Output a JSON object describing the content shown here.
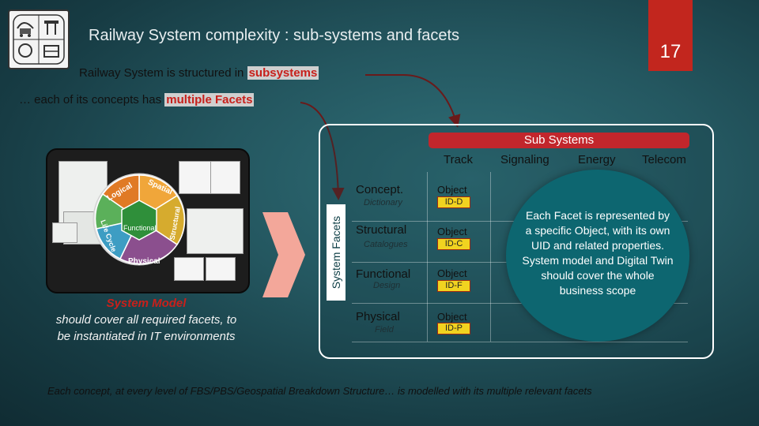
{
  "header": {
    "title": "Railway System complexity : sub-systems and facets",
    "page_number": "17",
    "logo": "railway-emblem-logo"
  },
  "intro": {
    "line1_text": "Railway System is structured in",
    "line1_highlight": "subsystems",
    "line2_text": "… each of its concepts has",
    "line2_highlight": "multiple Facets"
  },
  "left_panel": {
    "petals": [
      "Logical",
      "Spatial",
      "Functional",
      "Structural",
      "Physical",
      "Life Cycle"
    ],
    "caption_red": "System Model",
    "caption_rest": "should cover all required facets, to be instantiated in IT environments"
  },
  "matrix": {
    "subsystems_label": "Sub Systems",
    "columns": [
      "Track",
      "Signaling",
      "Energy",
      "Telecom"
    ],
    "facets_label": "System Facets",
    "rows": [
      {
        "label": "Concept.",
        "sub": "Dictionary",
        "object": "Object",
        "id": "ID-D"
      },
      {
        "label": "Structural",
        "sub": "Catalogues",
        "object": "Object",
        "id": "ID-C"
      },
      {
        "label": "Functional",
        "sub": "Design",
        "object": "Object",
        "id": "ID-F"
      },
      {
        "label": "Physical",
        "sub": "Field",
        "object": "Object",
        "id": "ID-P"
      }
    ],
    "circle_text": "Each Facet is represented by a specific Object, with its own UID and related properties. System model and Digital Twin should cover the whole business scope"
  },
  "footer": {
    "text": "Each concept, at every level of FBS/PBS/Geospatial Breakdown Structure… is modelled with its multiple relevant facets"
  },
  "colors": {
    "accent_red": "#c2261e",
    "id_yellow": "#f1d320",
    "circle_teal": "#0d6670",
    "background": "#245760"
  }
}
